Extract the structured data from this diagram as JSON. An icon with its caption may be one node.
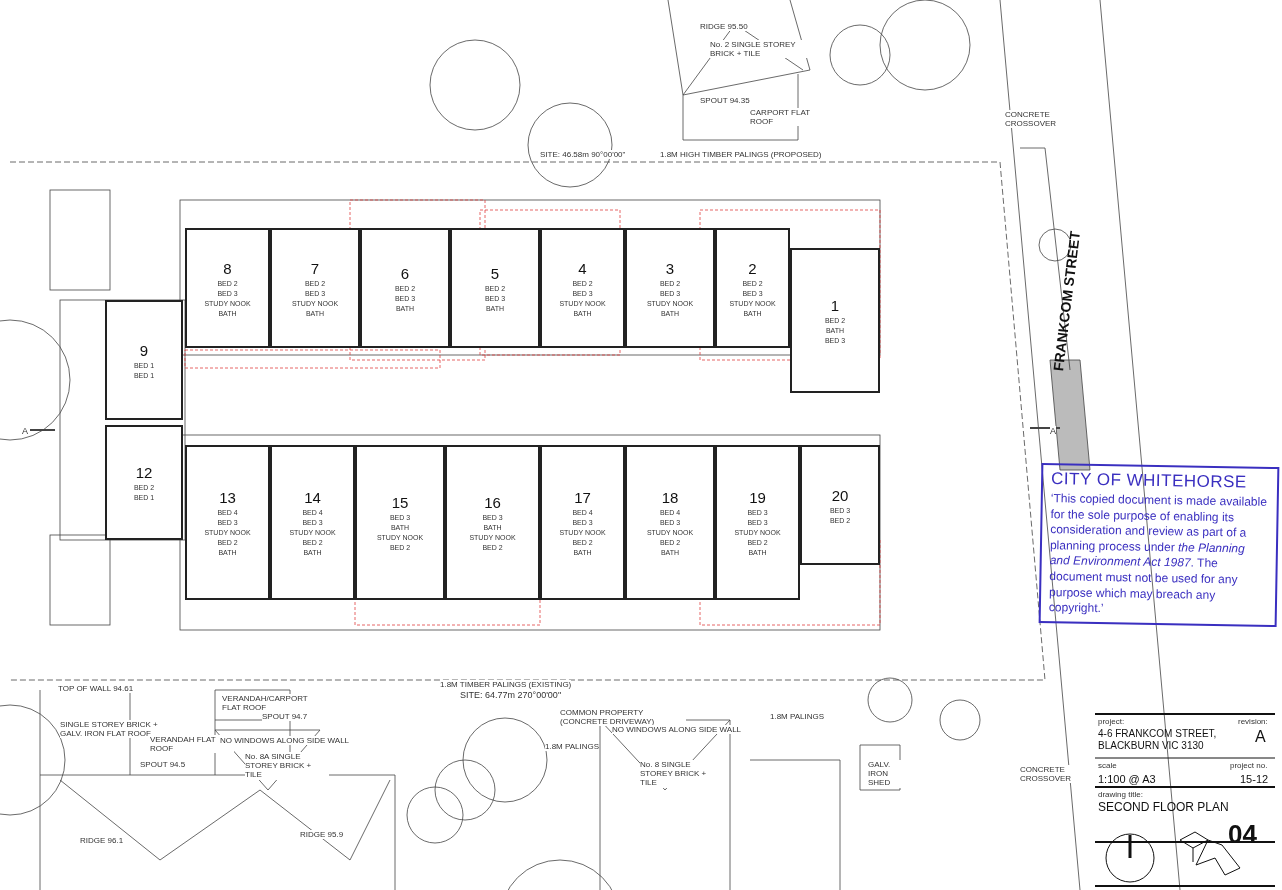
{
  "diagram": {
    "title": "SECOND FLOOR PLAN",
    "nodes": [
      {
        "text": [
          "9",
          "BED 1",
          "BED 1"
        ]
      },
      {
        "text": [
          "8",
          "BED 2",
          "BED 3",
          "STUDY NOOK",
          "BATH"
        ]
      },
      {
        "text": [
          "7",
          "BED 2",
          "BED 3",
          "STUDY NOOK",
          "BATH"
        ]
      },
      {
        "text": [
          "6",
          "BED 2",
          "BED 3",
          "BATH"
        ]
      },
      {
        "text": [
          "5",
          "BED 2",
          "BED 3",
          "BATH"
        ]
      },
      {
        "text": [
          "4",
          "BED 2",
          "BED 3",
          "STUDY NOOK",
          "BATH"
        ]
      },
      {
        "text": [
          "3",
          "BED 2",
          "BED 3",
          "STUDY NOOK",
          "BATH"
        ]
      },
      {
        "text": [
          "2",
          "BED 2",
          "BED 3",
          "STUDY NOOK",
          "BATH"
        ]
      },
      {
        "text": [
          "1",
          "BED 2",
          "BATH",
          "BED 3"
        ]
      },
      {
        "text": [
          "12",
          "BED 2",
          "BED 1"
        ]
      },
      {
        "text": [
          "13",
          "BED 4",
          "BED 3",
          "STUDY NOOK",
          "BED 2",
          "BATH"
        ]
      },
      {
        "text": [
          "14",
          "BED 4",
          "BED 3",
          "STUDY NOOK",
          "BED 2",
          "BATH"
        ]
      },
      {
        "text": [
          "15",
          "BED 3",
          "BATH",
          "STUDY NOOK",
          "BED 2"
        ]
      },
      {
        "text": [
          "16",
          "BED 3",
          "BATH",
          "STUDY NOOK",
          "BED 2"
        ]
      },
      {
        "text": [
          "17",
          "BED 4",
          "BED 3",
          "STUDY NOOK",
          "BED 2",
          "BATH"
        ]
      },
      {
        "text": [
          "18",
          "BED 4",
          "BED 3",
          "STUDY NOOK",
          "BED 2",
          "BATH"
        ]
      },
      {
        "text": [
          "19",
          "BED 3",
          "BED 3",
          "STUDY NOOK",
          "BED 2",
          "BATH"
        ]
      },
      {
        "text": [
          "20",
          "BED 3",
          "BED 2"
        ]
      },
      {
        "text": [
          "CITY OF WHITEHORSE",
          "‘This copied document is made available for the sole purpose of enabling its consideration and review as part of a planning process under *the Planning and Environment Act 1987*. The document must not be used for any purpose which may breach any copyright.’"
        ]
      }
    ],
    "labels": [
      "RIDGE 95.50",
      "No. 2 SINGLE STOREY BRICK + TILE",
      "SPOUT 94.35",
      "CARPORT FLAT ROOF",
      "CONCRETE CROSSOVER",
      "SITE: 46.58m 90°00'00\"",
      "1.8M HIGH TIMBER PALINGS (PROPOSED)",
      "A",
      "A",
      "FRANKCOM STREET",
      "1.8M TIMBER PALINGS (EXISTING)",
      "SITE: 64.77m 270°00'00\"",
      "COMMON PROPERTY (CONCRETE DRIVEWAY)",
      "TOP OF WALL 94.61",
      "SINGLE STOREY BRICK + GALV. IRON FLAT ROOF",
      "VERANDAH/CARPORT FLAT ROOF",
      "VERANDAH FLAT ROOF",
      "SPOUT 94.7",
      "NO WINDOWS ALONG SIDE WALL",
      "No. 8A SINGLE STOREY BRICK + TILE",
      "SPOUT 94.5",
      "RIDGE 96.1",
      "RIDGE 95.9",
      "1.8M PALINGS",
      "NO WINDOWS ALONG SIDE WALL",
      "No. 8 SINGLE STOREY BRICK + TILE",
      "1.8M PALINGS",
      "GALV. IRON SHED",
      "CONCRETE CROSSOVER",
      "project:",
      "revision:",
      "4-6 FRANKCOM STREET, BLACKBURN VIC 3130",
      "A",
      "scale",
      "project no.",
      "1:100 @ A3",
      "15-12",
      "drawing title:",
      "04"
    ]
  }
}
